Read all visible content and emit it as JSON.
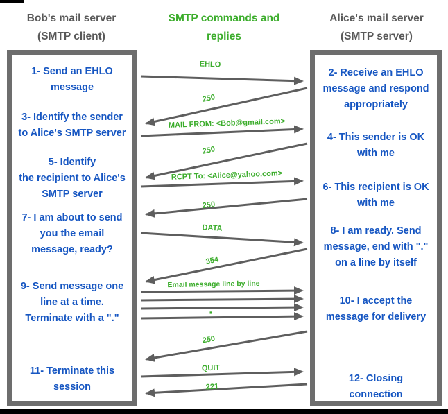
{
  "headers": {
    "client": "Bob's mail server\n(SMTP client)",
    "middle": "SMTP commands and\nreplies",
    "server": "Alice's mail server\n(SMTP server)"
  },
  "client_steps": [
    "1- Send an EHLO\nmessage",
    "3- Identify the sender\nto Alice's SMTP server",
    "5- Identify\nthe recipient to Alice's\nSMTP server",
    "7- I am about to send\nyou the email\nmessage, ready?",
    "9- Send message one\nline at a time.\nTerminate with a \".\"",
    "11- Terminate this\nsession"
  ],
  "server_steps": [
    "2- Receive an EHLO\nmessage and respond\nappropriately",
    "4- This sender is OK\nwith me",
    "6- This recipient is OK\nwith me",
    "8-  I am ready. Send\nmessage, end with \".\"\non a line by itself",
    "10-  I accept the\nmessage for delivery",
    "12-  Closing\nconnection"
  ],
  "arrow_labels": {
    "ehlo": "EHLO",
    "reply250a": "250",
    "mail_from": "MAIL FROM: <Bob@gmail.com>",
    "reply250b": "250",
    "rcpt_to": "RCPT To: <Alice@yahoo.com>",
    "reply250c": "250",
    "data": "DATA",
    "reply354": "354",
    "message_lines": "Email message line by line",
    "terminator": "▪",
    "reply250d": "250",
    "quit": "QUIT",
    "reply221": "221"
  },
  "colors": {
    "green": "#3cad2c",
    "blue": "#1656c2",
    "header_gray": "#595959",
    "box_border": "#6d6d6d",
    "arrow": "#5e5e5e",
    "background": "#ffffff",
    "bottom_bar": "#000000"
  }
}
